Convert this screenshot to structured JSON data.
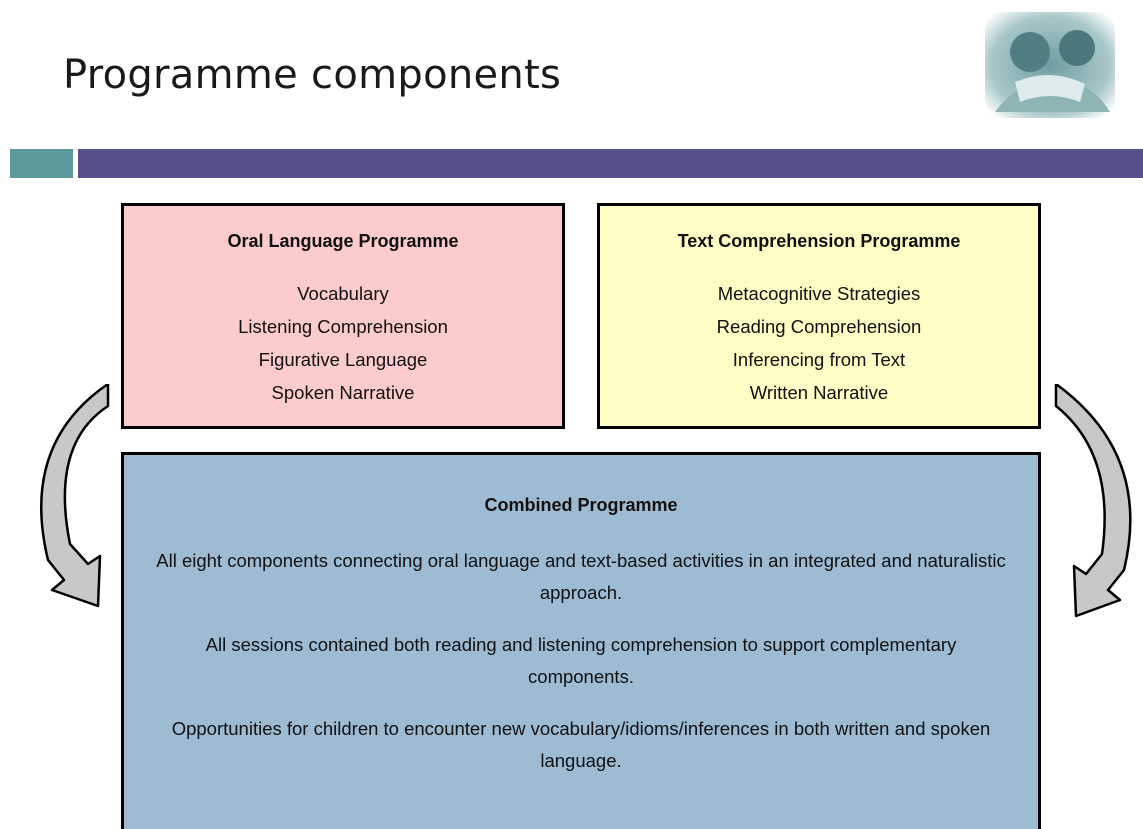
{
  "slide": {
    "title": "Programme components"
  },
  "colors": {
    "title_text": "#1a1a1a",
    "bar_teal": "#5d9a9c",
    "bar_navy": "#555289",
    "oral_box_fill": "#fccbcb",
    "text_box_fill": "#fdfdc5",
    "combined_box_fill": "#9dbcd3",
    "arrow_fill": "#c8c8c8"
  },
  "icons": {
    "header_photo": "photo-icon",
    "left_arrow": "curved-arrow-left-icon",
    "right_arrow": "curved-arrow-right-icon"
  },
  "oral_programme": {
    "heading": "Oral Language Programme",
    "items": [
      "Vocabulary",
      "Listening Comprehension",
      "Figurative Language",
      "Spoken Narrative"
    ]
  },
  "text_programme": {
    "heading": "Text Comprehension Programme",
    "items": [
      "Metacognitive Strategies",
      "Reading Comprehension",
      "Inferencing from Text",
      "Written Narrative"
    ]
  },
  "combined_programme": {
    "heading": "Combined Programme",
    "paragraphs": [
      "All eight components connecting oral language and text-based activities in an integrated and naturalistic approach.",
      "All sessions contained both reading and listening comprehension to support complementary components.",
      "Opportunities for children to encounter new vocabulary/idioms/inferences in both written and spoken language."
    ]
  }
}
